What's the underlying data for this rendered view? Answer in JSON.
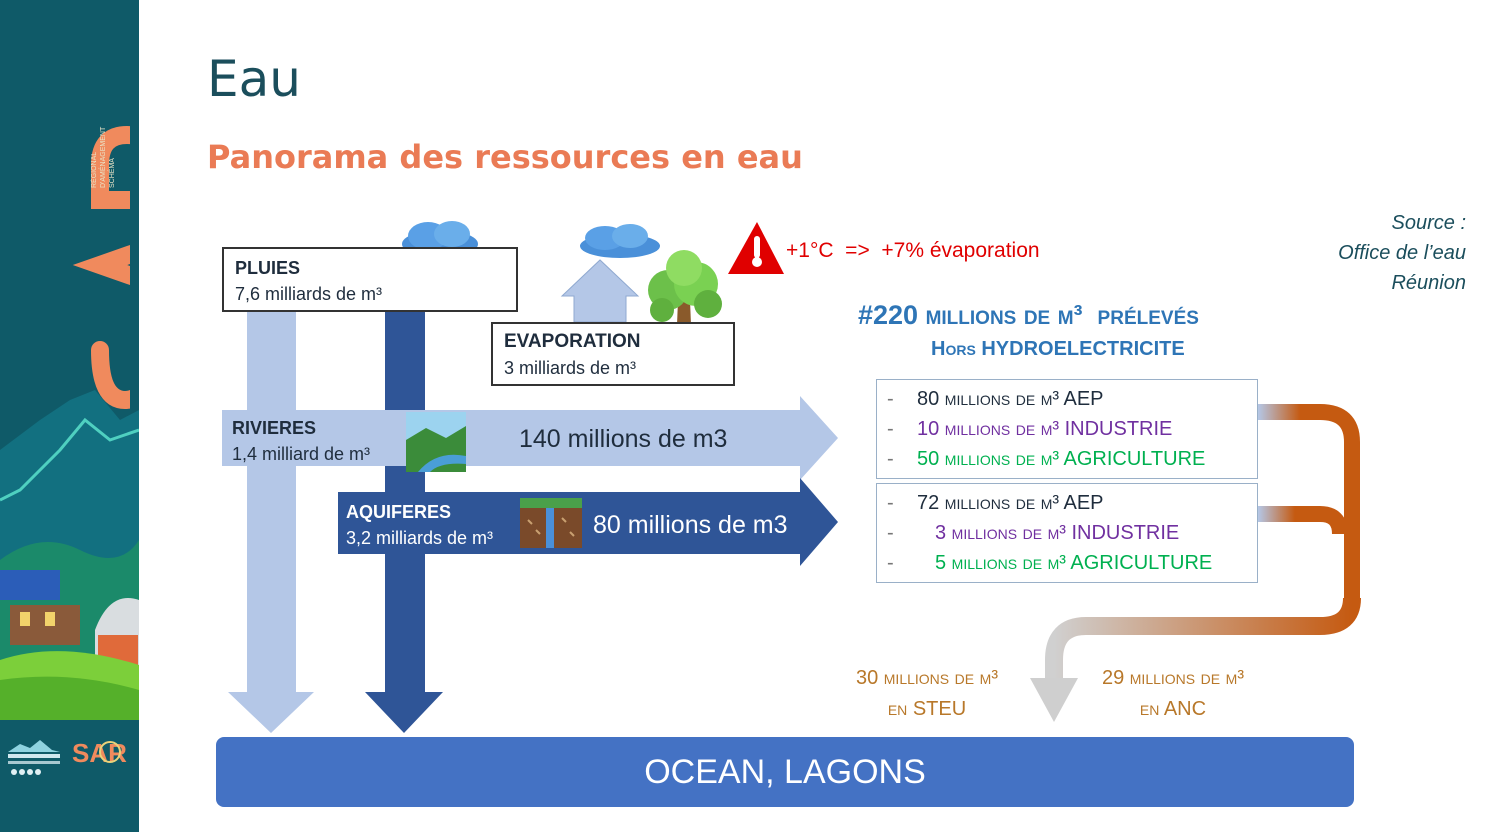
{
  "slide": {
    "title": "Eau",
    "subtitle": "Panorama des ressources en eau"
  },
  "sidebar": {
    "logo_text": "SAR",
    "logo_subtitle": [
      "SCHÉMA",
      "D'AMÉNAGEMENT",
      "RÉGIONAL"
    ],
    "footer_logo_text": "SAR"
  },
  "source": {
    "lines": [
      "Source :",
      "Office de l’eau",
      "Réunion"
    ]
  },
  "diagram": {
    "pluies": {
      "title": "PLUIES",
      "value": "7,6 milliards de m³"
    },
    "evaporation": {
      "title": "EVAPORATION",
      "value": "3 milliards de m³"
    },
    "warming": "+1°C  =>  +7% évaporation",
    "rivieres": {
      "title": "RIVIERES",
      "value": "1,4 milliard de m³",
      "flow": "140 millions de m3"
    },
    "aquiferes": {
      "title": "AQUIFERES",
      "value": "3,2 milliards de m³",
      "flow": "80 millions de m3"
    },
    "prelevements": {
      "headline": "#220 millions de m³  prélevés",
      "subline": "Hors HYDROELECTRICITE",
      "group1": [
        {
          "text": "80 millions de m³ AEP",
          "color": "#1f2d3d"
        },
        {
          "text": "10 millions de m³ INDUSTRIE",
          "color": "#7030a0"
        },
        {
          "text": "50 millions de m³ AGRICULTURE",
          "color": "#00b050"
        }
      ],
      "group2": [
        {
          "text": "72 millions de m³ AEP",
          "color": "#1f2d3d"
        },
        {
          "text": "3 millions de m³ INDUSTRIE",
          "color": "#7030a0"
        },
        {
          "text": "5 millions de m³ AGRICULTURE",
          "color": "#00b050"
        }
      ],
      "dash": "-"
    },
    "steu": {
      "line1": "30 millions de m³",
      "line2": "en STEU"
    },
    "anc": {
      "line1": "29 millions de m³",
      "line2": "en ANC"
    },
    "ocean": "OCEAN, LAGONS"
  },
  "colors": {
    "sidebar": "#0f5a68",
    "title": "#1b4e5c",
    "subtitle": "#ea7b55",
    "headline": "#2e75b6",
    "light_arrow": "#b4c7e7",
    "dark_arrow": "#2f5597",
    "ocean": "#4472c4",
    "orange_flow": "#c55a11",
    "warning": "#e00000"
  }
}
